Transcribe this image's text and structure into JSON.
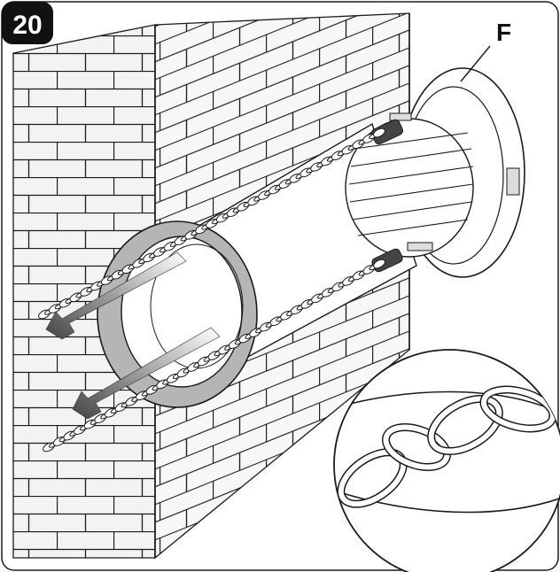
{
  "figure": {
    "step_number": "20",
    "callout_label": "F"
  },
  "colors": {
    "line": "#1a1a1a",
    "brick_face": "#f2f2f2",
    "badge_fill": "#111111",
    "ring_gray": "#b5b5b5",
    "arrow_dark": "#555555"
  },
  "icons": [
    "brick-wall",
    "wall-sleeve-pipe",
    "vent-grille",
    "pull-chain",
    "tension-spring",
    "pull-arrow",
    "chain-detail-magnifier"
  ]
}
